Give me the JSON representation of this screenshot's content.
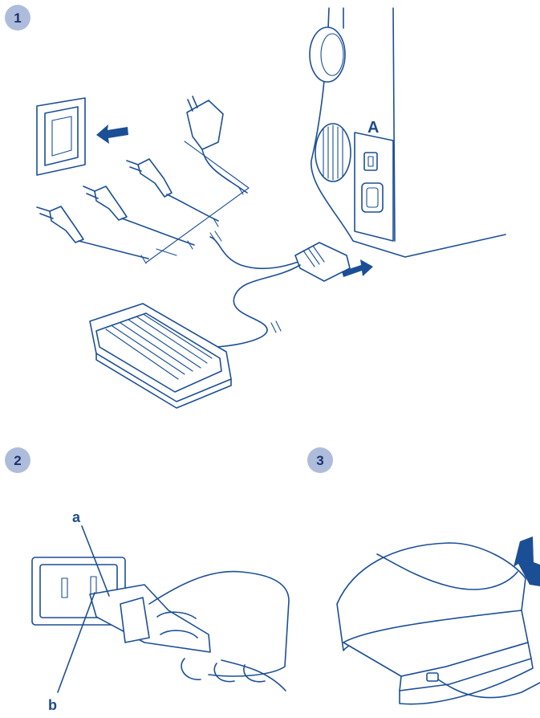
{
  "steps": {
    "step1": "1",
    "step2": "2",
    "step3": "3"
  },
  "labels": {
    "switch_label": "A",
    "plug_part_a": "a",
    "plug_part_b": "b"
  },
  "colors": {
    "line": "#1b4f95",
    "badge_fill": "#aebcdc",
    "badge_text": "#1d2f6e",
    "arrow": "#1b4f95"
  },
  "icons": {
    "step1_arrows": [
      "arrow-left-icon",
      "arrow-right-icon"
    ],
    "step3_arrow": "arrow-down-icon"
  }
}
